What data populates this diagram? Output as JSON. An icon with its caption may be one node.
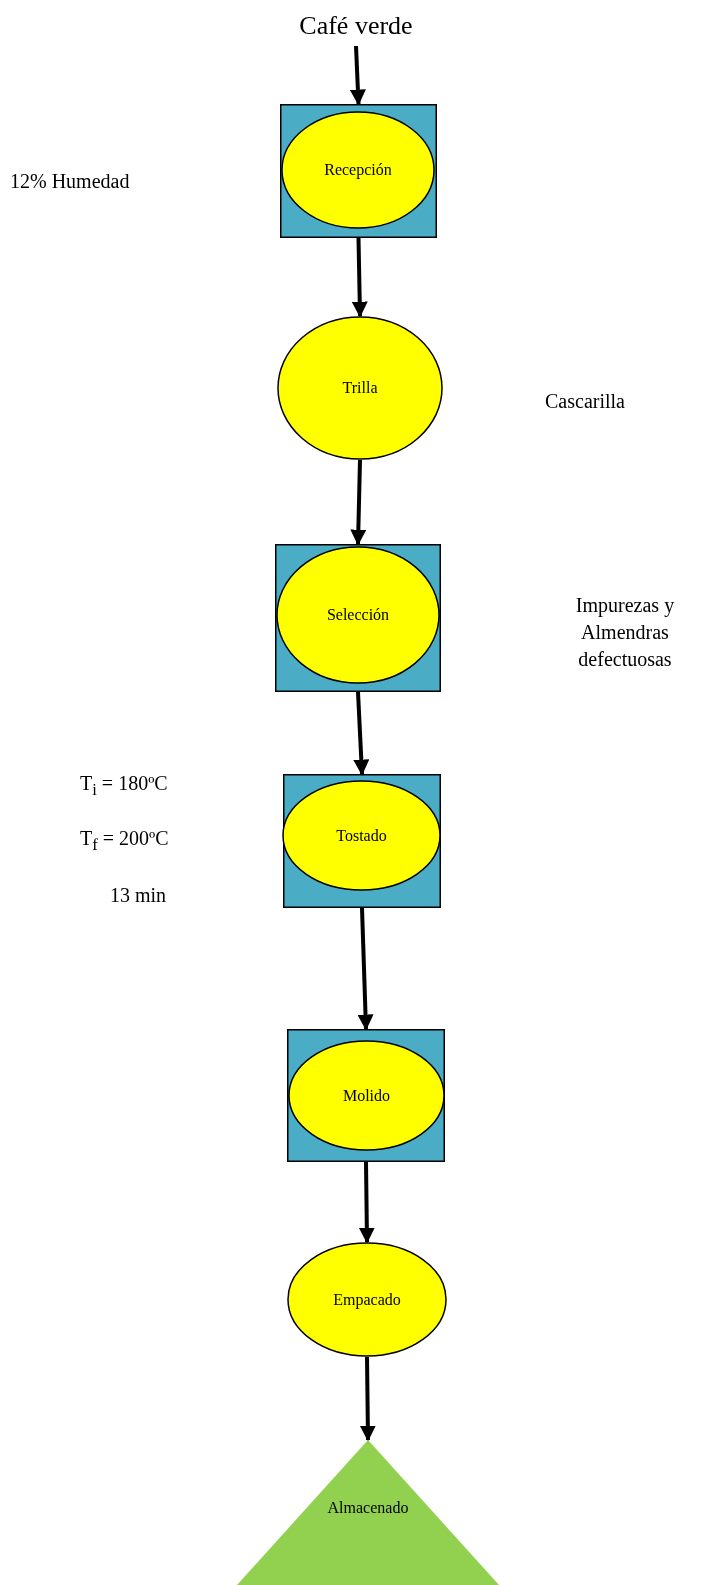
{
  "diagram": {
    "nodes": [
      {
        "text": [
          "Café verde"
        ]
      },
      {
        "text": [],
        "shape": "box"
      },
      {
        "text": [
          "Recepción"
        ],
        "in": 1
      },
      {
        "text": [
          "Trilla"
        ]
      },
      {
        "text": [],
        "shape": "box"
      },
      {
        "text": [
          "Selección"
        ],
        "in": 4
      },
      {
        "text": [],
        "shape": "box"
      },
      {
        "text": [
          "Tostado"
        ],
        "in": 6
      },
      {
        "text": [],
        "shape": "box"
      },
      {
        "text": [
          "Molido"
        ],
        "in": 8
      },
      {
        "text": [
          "Empacado"
        ]
      },
      {
        "text": [
          "Almacenado"
        ]
      }
    ],
    "edges": [
      {
        "from": 0,
        "to": 1,
        "arrow": "to"
      },
      {
        "from": 1,
        "to": 3,
        "arrow": "to"
      },
      {
        "from": 3,
        "to": 4,
        "arrow": "to"
      },
      {
        "from": 4,
        "to": 6,
        "arrow": "to"
      },
      {
        "from": 6,
        "to": 8,
        "arrow": "to"
      },
      {
        "from": 8,
        "to": 10,
        "arrow": "to"
      },
      {
        "from": 10,
        "to": 11,
        "arrow": "to"
      }
    ],
    "labels": [
      "12% Humedad",
      "Cascarilla",
      "Impurezas y Almendras defectuosas",
      "T$_{i}$ = 180ºC",
      "T$_{f}$ = 200ºC",
      "13 min"
    ]
  }
}
